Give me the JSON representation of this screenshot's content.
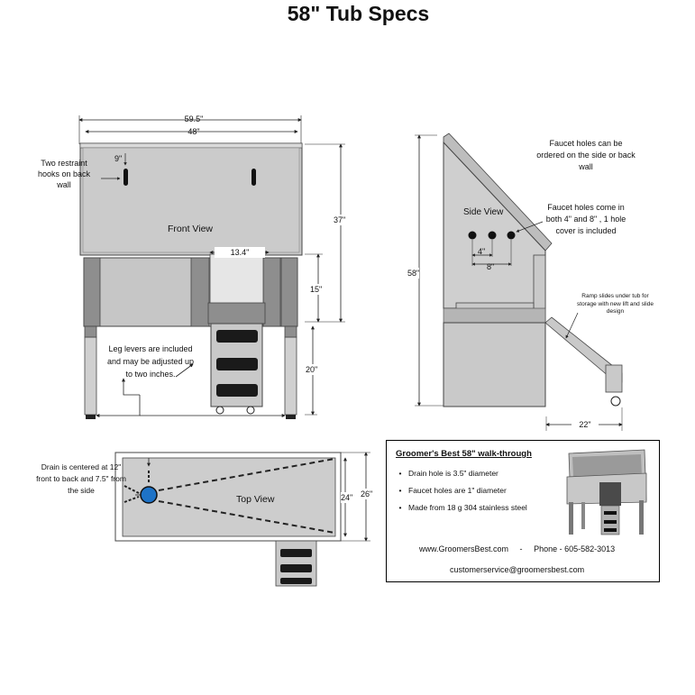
{
  "title": "58\" Tub Specs",
  "front_view": {
    "label": "Front View",
    "dim_outer_width": "59.5\"",
    "dim_inner_width": "48\"",
    "dim_hook_drop": "9\"",
    "dim_tub_height": "37\"",
    "dim_stair_width": "13.4\"",
    "dim_15": "15\"",
    "dim_20": "20\"",
    "note_hooks": "Two restraint hooks on back wall",
    "note_legs": "Leg levers are included and may be adjusted up to two inches."
  },
  "side_view": {
    "label": "Side View",
    "dim_height": "58\"",
    "dim_4": "4\"",
    "dim_8": "8\"",
    "dim_22": "22\"",
    "note_faucet_order": "Faucet holes can be ordered on the side or back wall",
    "note_faucet_sizes": "Faucet holes come in both 4\" and 8\" , 1 hole cover is included",
    "note_ramp": "Ramp slides under tub for storage with new lift and slide design"
  },
  "top_view": {
    "label": "Top View",
    "dim_24": "24\"",
    "dim_26": "26\"",
    "note_drain": "Drain is centered at 12\" front to back and 7.5\" from the side"
  },
  "info_box": {
    "heading": "Groomer's Best 58\" walk-through",
    "bullets": [
      "Drain hole is 3.5\" diameter",
      "Faucet holes are 1\" diameter",
      "Made from 18 g 304 stainless steel"
    ],
    "website": "www.GroomersBest.com",
    "separator": "-",
    "phone": "Phone - 605-582-3013",
    "email": "customerservice@groomersbest.com"
  },
  "colors": {
    "steel": "#c9c9c9",
    "steel_dark": "#8f8f8f",
    "line": "#222222"
  }
}
